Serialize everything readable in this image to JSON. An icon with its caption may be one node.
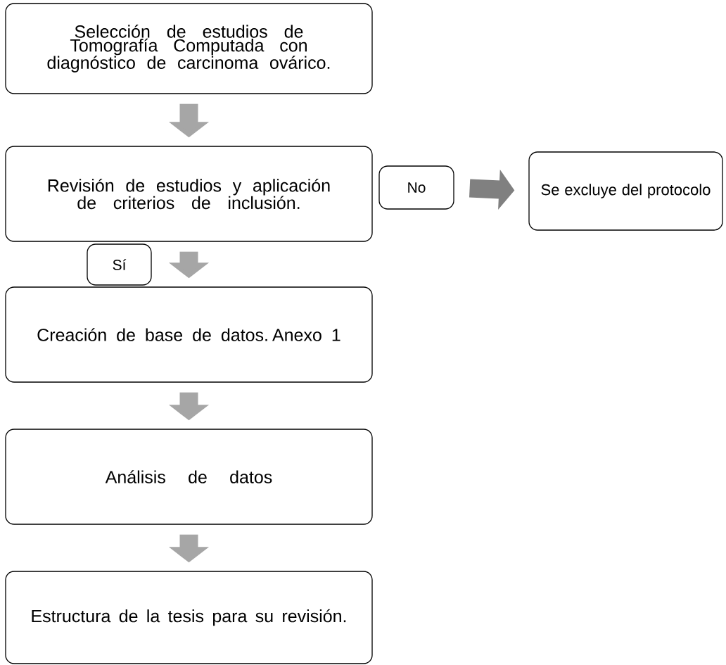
{
  "diagram": {
    "nodes": [
      {
        "text": [
          "Selección de estudios de Tomografía Computada con diagnóstico de carcinoma ovárico."
        ]
      },
      {
        "text": [
          "Revisión de estudios y aplicación de criterios de inclusión."
        ]
      },
      {
        "text": [
          "No"
        ]
      },
      {
        "text": [
          "Se excluye del protocolo"
        ]
      },
      {
        "text": [
          "Sí"
        ]
      },
      {
        "text": [
          "Creación de base de datos. Anexo 1"
        ]
      },
      {
        "text": [
          "Análisis de datos"
        ]
      },
      {
        "text": [
          "Estructura de la tesis para su revisión."
        ]
      }
    ],
    "edges": [
      {
        "from": 0,
        "to": 1,
        "arrow": "to"
      },
      {
        "from": 2,
        "to": 3,
        "arrow": "to",
        "color": "#808080"
      },
      {
        "from": 1,
        "to": 5,
        "arrow": "to"
      },
      {
        "from": 5,
        "to": 6,
        "arrow": "to"
      },
      {
        "from": 6,
        "to": 7,
        "arrow": "to"
      }
    ]
  }
}
